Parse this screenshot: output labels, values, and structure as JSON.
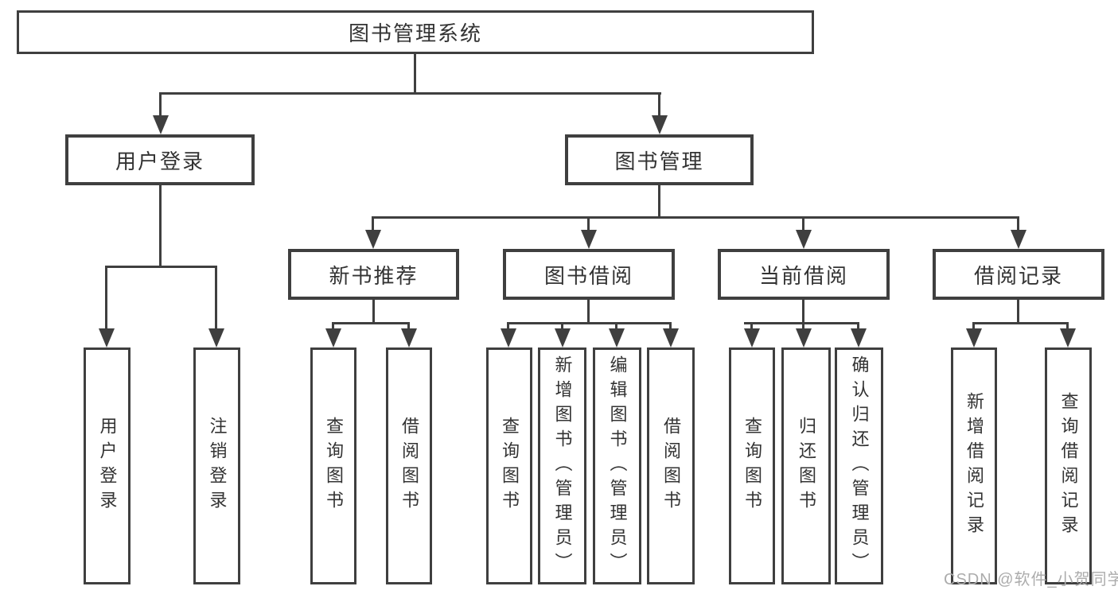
{
  "diagram": {
    "type": "tree",
    "root": {
      "label": "图书管理系统",
      "children": [
        {
          "label": "用户登录",
          "children": [
            {
              "label": "用户登录"
            },
            {
              "label": "注销登录"
            }
          ]
        },
        {
          "label": "图书管理",
          "children": [
            {
              "label": "新书推荐",
              "children": [
                {
                  "label": "查询图书"
                },
                {
                  "label": "借阅图书"
                }
              ]
            },
            {
              "label": "图书借阅",
              "children": [
                {
                  "label": "查询图书"
                },
                {
                  "label": "新增图书（管理员）"
                },
                {
                  "label": "编辑图书（管理员）"
                },
                {
                  "label": "借阅图书"
                }
              ]
            },
            {
              "label": "当前借阅",
              "children": [
                {
                  "label": "查询图书"
                },
                {
                  "label": "归还图书"
                },
                {
                  "label": "确认归还（管理员）"
                }
              ]
            },
            {
              "label": "借阅记录",
              "children": [
                {
                  "label": "新增借阅记录"
                },
                {
                  "label": "查询借阅记录"
                }
              ]
            }
          ]
        }
      ]
    }
  },
  "watermark": {
    "text": "CSDN @软件_小贺同学"
  },
  "colors": {
    "line": "#3f3f3f",
    "text": "#333333",
    "box_background": "#ffffff",
    "watermark": "#acacac",
    "page_background": "#ffffff"
  }
}
